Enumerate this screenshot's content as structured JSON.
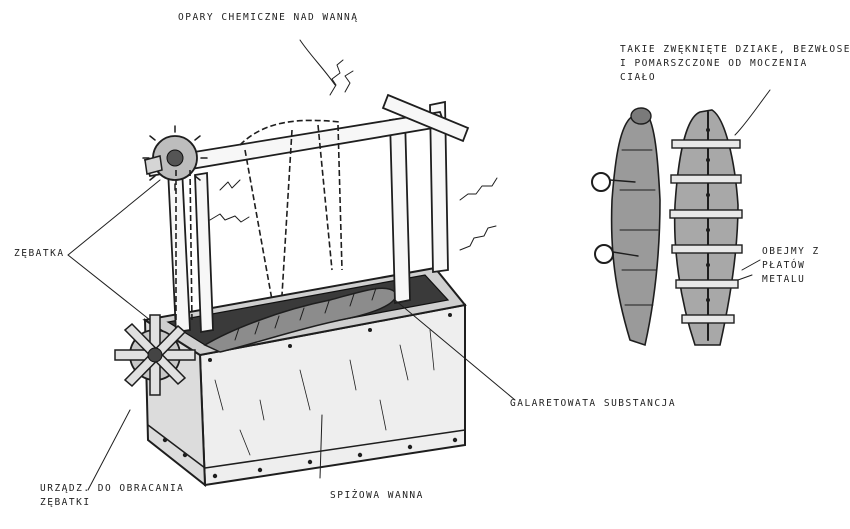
{
  "labels": {
    "fumes": "OPARY CHEMICZNE NAD WANNĄ",
    "notes_line1": "TAKIE ZWĘKNIĘTE DZIAKE, BEZWŁOSE",
    "notes_line2": "I POMARSZCZONE OD MOCZENIA",
    "notes_line3": "CIAŁO",
    "gear": "ZĘBATKA",
    "bands_line1": "OBEJMY Z",
    "bands_line2": "PŁATÓW",
    "bands_line3": "METALU",
    "substance": "GALARETOWATA SUBSTANCJA",
    "handle_line1": "URZĄDZ. DO OBRACANIA",
    "handle_line2": "ZĘBATKI",
    "tub": "SPIŻOWA WANNA"
  }
}
